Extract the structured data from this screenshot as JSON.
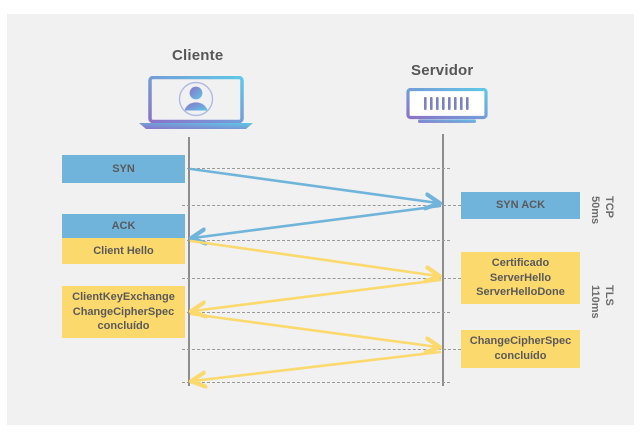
{
  "diagram": {
    "title_client": "Cliente",
    "title_server": "Servidor",
    "icons": {
      "client": "laptop-user-icon",
      "server": "server-rack-icon"
    },
    "colors": {
      "blue": "#70b4dc",
      "yellow": "#fbd96d",
      "lifeline": "#8d8d8d",
      "dash": "#9a9a9a",
      "panel": "#f1f1f1",
      "text": "#5a5a5a",
      "title": "#575757",
      "icon_gradient_start": "#8a72c8",
      "icon_gradient_end": "#5fc8e8"
    },
    "left_messages": [
      {
        "id": "syn",
        "label": "SYN",
        "color": "blue"
      },
      {
        "id": "ack",
        "label": "ACK",
        "color": "blue"
      },
      {
        "id": "client-hello",
        "label": "Client Hello",
        "color": "yellow"
      },
      {
        "id": "client-key-exchange",
        "label": "ClientKeyExchange\nChangeCipherSpec\nconcluído",
        "color": "yellow"
      }
    ],
    "right_messages": [
      {
        "id": "syn-ack",
        "label": "SYN ACK",
        "color": "blue"
      },
      {
        "id": "certificado",
        "label": "Certificado\nServerHello\nServerHelloDone",
        "color": "yellow"
      },
      {
        "id": "change-cipher-spec",
        "label": "ChangeCipherSpec\nconcluído",
        "color": "yellow"
      }
    ],
    "phases": [
      {
        "id": "tcp",
        "protocol": "TCP",
        "time": "50ms"
      },
      {
        "id": "tls",
        "protocol": "TLS",
        "time": "110ms"
      }
    ],
    "arrows": [
      {
        "id": "syn",
        "direction": "client-to-server",
        "color": "blue"
      },
      {
        "id": "syn-ack",
        "direction": "server-to-client",
        "color": "blue"
      },
      {
        "id": "client-hello",
        "direction": "client-to-server",
        "color": "yellow"
      },
      {
        "id": "server-hello",
        "direction": "server-to-client",
        "color": "yellow"
      },
      {
        "id": "client-key-exchange",
        "direction": "client-to-server",
        "color": "yellow"
      },
      {
        "id": "change-cipher-spec",
        "direction": "server-to-client",
        "color": "yellow"
      }
    ]
  }
}
